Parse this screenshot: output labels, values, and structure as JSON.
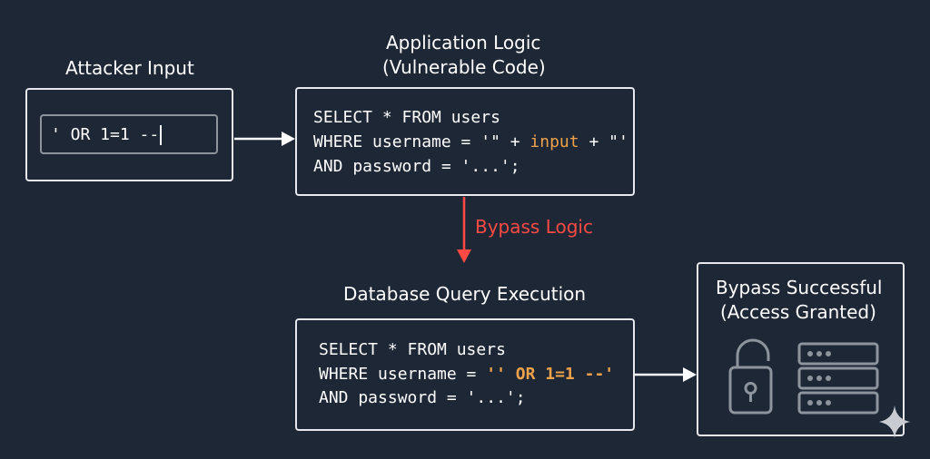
{
  "attacker": {
    "title": "Attacker Input",
    "input_value": "' OR 1=1 --"
  },
  "app_logic": {
    "title_line1": "Application Logic",
    "title_line2": "(Vulnerable Code)",
    "code_line1": "SELECT * FROM users",
    "code_line2_a": "WHERE username = '\" + ",
    "code_line2_b": "input",
    "code_line2_c": " + \"'",
    "code_line3": "AND password = '...';"
  },
  "bypass_arrow": {
    "label": "Bypass Logic"
  },
  "db_query": {
    "title": "Database Query Execution",
    "code_line1": "SELECT * FROM users",
    "code_line2_a": "WHERE username = ",
    "code_line2_b": "'' OR 1=1 --'",
    "code_line3": "AND password = '...';"
  },
  "result": {
    "title_line1": "Bypass Successful",
    "title_line2": "(Access Granted)",
    "lock_icon": "unlocked-padlock-icon",
    "server_icon": "server-stack-icon"
  },
  "colors": {
    "background": "#1e2736",
    "box_border": "#e6e8ec",
    "highlight": "#f0a24a",
    "bypass_red": "#ff4a44"
  }
}
